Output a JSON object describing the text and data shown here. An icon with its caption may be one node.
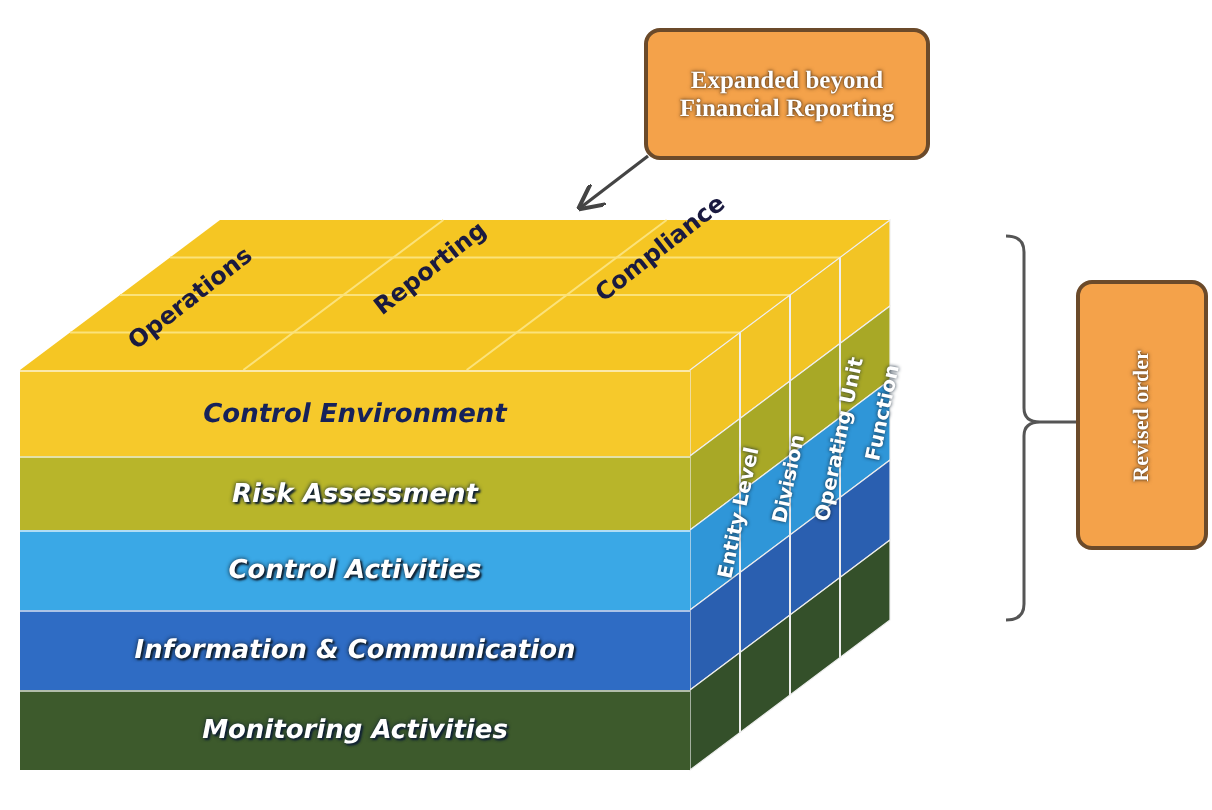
{
  "diagram": {
    "nodes": [
      {
        "text": [
          "Expanded beyond Financial Reporting"
        ]
      },
      {
        "text": [
          "Revised order"
        ]
      },
      {
        "text": [],
        "shape": "box"
      },
      {
        "text": [
          "Operations"
        ],
        "in": 2
      },
      {
        "text": [
          "Reporting"
        ],
        "in": 2
      },
      {
        "text": [
          "Compliance"
        ],
        "in": 2
      },
      {
        "text": [
          "Control Environment"
        ],
        "in": 2
      },
      {
        "text": [
          "Risk Assessment"
        ],
        "in": 2
      },
      {
        "text": [
          "Control Activities"
        ],
        "in": 2
      },
      {
        "text": [
          "Information & Communication"
        ],
        "in": 2
      },
      {
        "text": [
          "Monitoring Activities"
        ],
        "in": 2
      },
      {
        "text": [
          "Entity Level"
        ],
        "in": 2
      },
      {
        "text": [
          "Division"
        ],
        "in": 2
      },
      {
        "text": [
          "Operating Unit"
        ],
        "in": 2
      },
      {
        "text": [
          "Function"
        ],
        "in": 2
      }
    ],
    "edges": [
      {
        "from": 0,
        "to": 2,
        "arrow": "to"
      }
    ]
  }
}
